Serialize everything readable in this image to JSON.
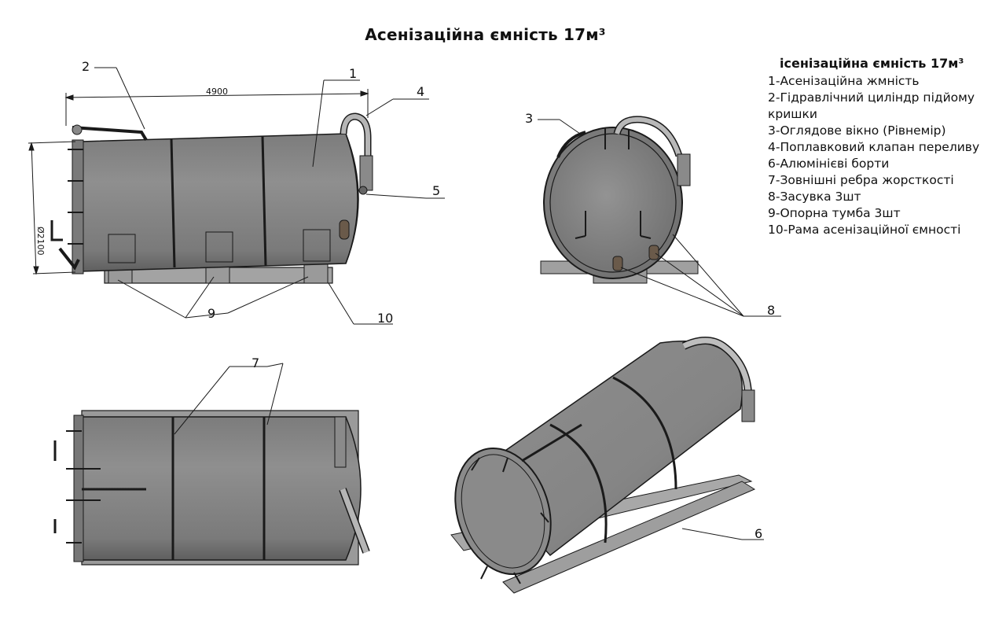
{
  "title": "Асенізаційна ємність 17м³",
  "legend": {
    "title": "ісенізаційна ємність 17м³",
    "items": [
      "1-Асенізаційна жмність",
      "2-Гідравлічний циліндр підйому кришки",
      "3-Оглядове вікно (Рівнемір)",
      "4-Поплавковий клапан переливу",
      "6-Алюмінієві борти",
      "7-Зовнішні ребра жорсткості",
      "8-Засувка 3шт",
      "9-Опорна тумба 3шт",
      "10-Рама асенізаційної ємності"
    ]
  },
  "callouts": {
    "c1": "1",
    "c2": "2",
    "c3": "3",
    "c4": "4",
    "c5": "5",
    "c6": "6",
    "c7": "7",
    "c8": "8",
    "c9": "9",
    "c10": "10"
  },
  "dimensions": {
    "length": "4900",
    "diameter": "Ø2100"
  },
  "colors": {
    "tank_body": "#8a8a8a",
    "tank_shadow": "#6e6e6e",
    "outline": "#1a1a1a",
    "frame": "#9a9a9a"
  }
}
